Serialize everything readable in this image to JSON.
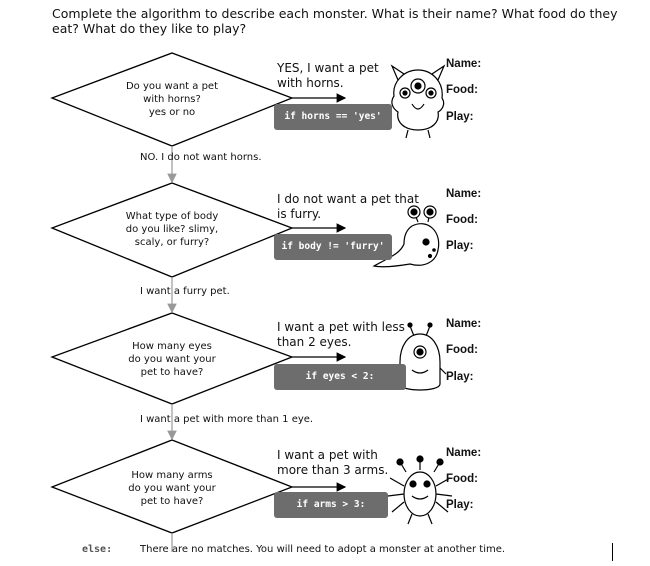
{
  "instructions": "Complete the algorithm to describe each monster. What is their name? What food do they eat? What do they like to play?",
  "answer_labels": {
    "name": "Name:",
    "food": "Food:",
    "play": "Play:"
  },
  "steps": [
    {
      "question": [
        "Do you want a pet",
        "with horns?",
        "yes or no"
      ],
      "statement": [
        "YES, I want a pet",
        "with horns."
      ],
      "code": "if horns == 'yes'",
      "branch": "NO. I do not want horns."
    },
    {
      "question": [
        "What type of body",
        "do you like? slimy,",
        "scaly, or furry?"
      ],
      "statement": [
        "I do not want a pet that",
        "is furry."
      ],
      "code": "if body != 'furry'",
      "branch": "I want a furry pet."
    },
    {
      "question": [
        "How many eyes",
        "do you want your",
        "pet to have?"
      ],
      "statement": [
        "I want a pet with less",
        "than 2 eyes."
      ],
      "code": "if eyes < 2:",
      "branch": "I want a pet with more than 1 eye."
    },
    {
      "question": [
        "How many arms",
        "do you want your",
        "pet to have?"
      ],
      "statement": [
        "I want a pet with",
        "more than 3 arms."
      ],
      "code": "if arms > 3:",
      "branch": ""
    }
  ],
  "else": {
    "keyword": "else:",
    "text": "There are no matches. You will need to adopt a monster at another time."
  },
  "icons": [
    "horned-monster-icon",
    "slug-monster-icon",
    "one-eyed-monster-icon",
    "many-armed-monster-icon"
  ]
}
